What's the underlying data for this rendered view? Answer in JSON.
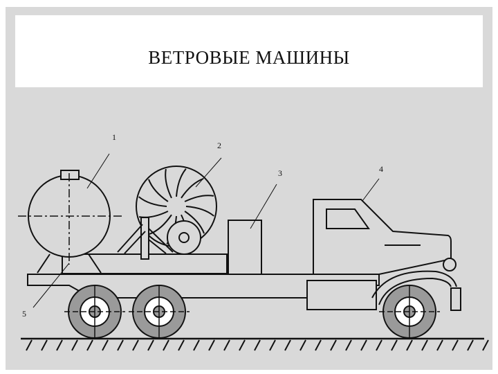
{
  "slide": {
    "title": "ВЕТРОВЫЕ МАШИНЫ"
  },
  "diagram": {
    "callouts": [
      "1",
      "2",
      "3",
      "4",
      "5"
    ],
    "colors": {
      "background": "#d9d9d9",
      "line": "#111111",
      "wheel_fill": "#9a9a9a",
      "hub_fill": "#ffffff"
    }
  }
}
